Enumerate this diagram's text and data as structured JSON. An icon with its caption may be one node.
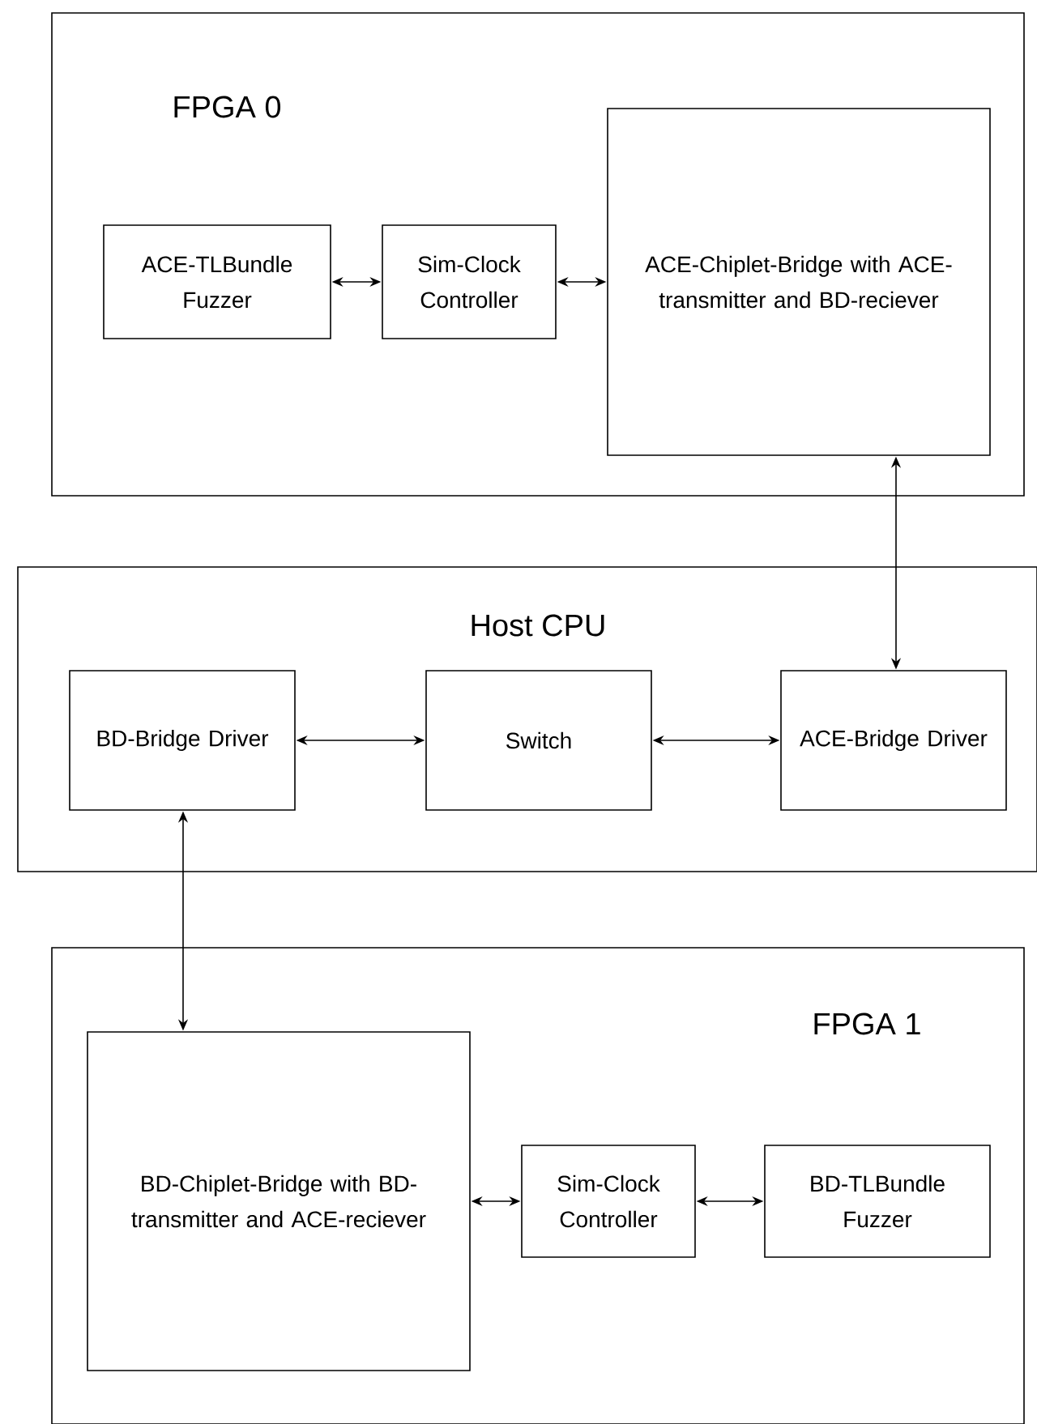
{
  "diagram": {
    "nodes": [
      {
        "text": [
          "FPGA 0"
        ]
      },
      {
        "text": [
          "ACE-TLBundle Fuzzer"
        ],
        "in": 0
      },
      {
        "text": [
          "Sim-Clock Controller"
        ],
        "in": 0
      },
      {
        "text": [
          "ACE-Chiplet-Bridge with ACE-transmitter and BD-reciever"
        ],
        "in": 0
      },
      {
        "text": [
          "Host CPU"
        ]
      },
      {
        "text": [
          "BD-Bridge Driver"
        ],
        "in": 4
      },
      {
        "text": [
          "Switch"
        ],
        "in": 4
      },
      {
        "text": [
          "ACE-Bridge Driver"
        ],
        "in": 4
      },
      {
        "text": [
          "FPGA 1"
        ]
      },
      {
        "text": [
          "BD-Chiplet-Bridge with BD-transmitter and ACE-reciever"
        ],
        "in": 8
      },
      {
        "text": [
          "Sim-Clock Controller"
        ],
        "in": 8
      },
      {
        "text": [
          "BD-TLBundle Fuzzer"
        ],
        "in": 8
      }
    ],
    "edges": [
      {
        "from": 1,
        "to": 2,
        "arrow": "both"
      },
      {
        "from": 2,
        "to": 3,
        "arrow": "both"
      },
      {
        "from": 3,
        "to": 7,
        "arrow": "both"
      },
      {
        "from": 5,
        "to": 6,
        "arrow": "both"
      },
      {
        "from": 6,
        "to": 7,
        "arrow": "both"
      },
      {
        "from": 5,
        "to": 9,
        "arrow": "both"
      },
      {
        "from": 9,
        "to": 10,
        "arrow": "both"
      },
      {
        "from": 10,
        "to": 11,
        "arrow": "both"
      }
    ]
  }
}
